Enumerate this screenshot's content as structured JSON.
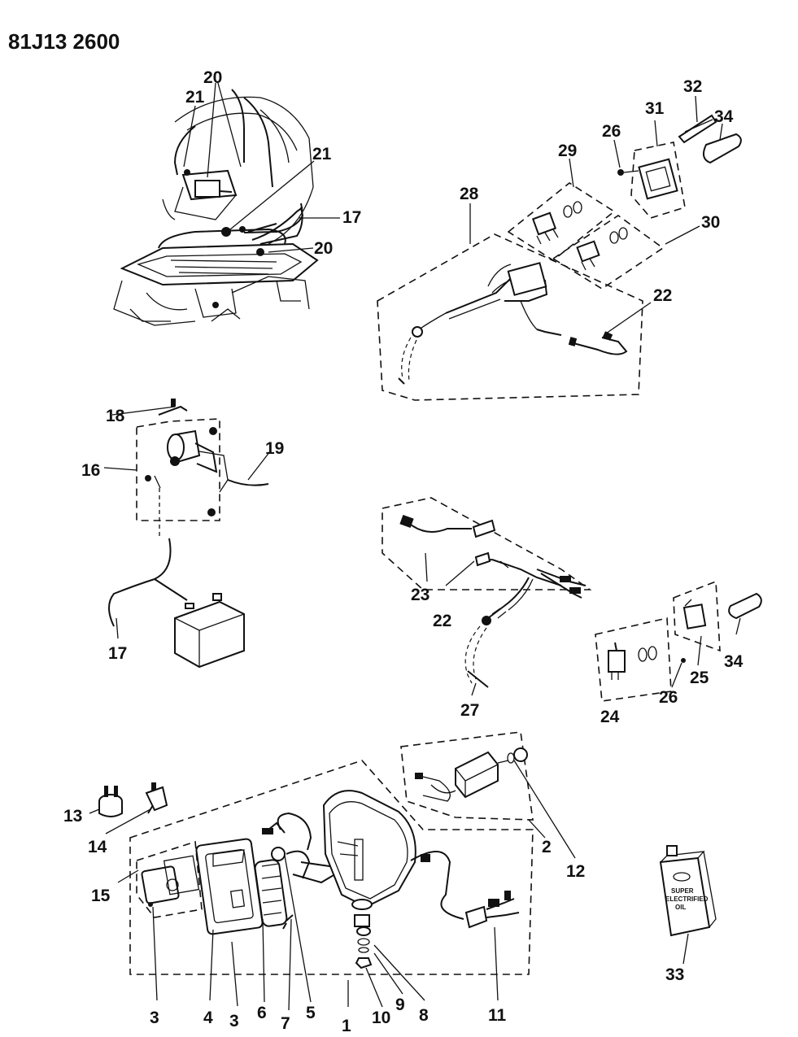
{
  "document": {
    "code": "81J13 2600"
  },
  "callouts": {
    "c1": "1",
    "c2": "2",
    "c3a": "3",
    "c3b": "3",
    "c4": "4",
    "c5": "5",
    "c6": "6",
    "c7": "7",
    "c8": "8",
    "c9": "9",
    "c10": "10",
    "c11": "11",
    "c12": "12",
    "c13": "13",
    "c14": "14",
    "c15": "15",
    "c16": "16",
    "c17a": "17",
    "c17b": "17",
    "c18": "18",
    "c19": "19",
    "c20a": "20",
    "c20b": "20",
    "c21a": "21",
    "c21b": "21",
    "c22a": "22",
    "c22b": "22",
    "c23": "23",
    "c24": "24",
    "c25": "25",
    "c26a": "26",
    "c26b": "26",
    "c27": "27",
    "c28": "28",
    "c29": "29",
    "c30": "30",
    "c31": "31",
    "c32": "32",
    "c33": "33",
    "c34a": "34",
    "c34b": "34"
  },
  "oil_can": {
    "line1": "SUPER",
    "line2": "ELECTRIFIED",
    "line3": "OIL"
  }
}
